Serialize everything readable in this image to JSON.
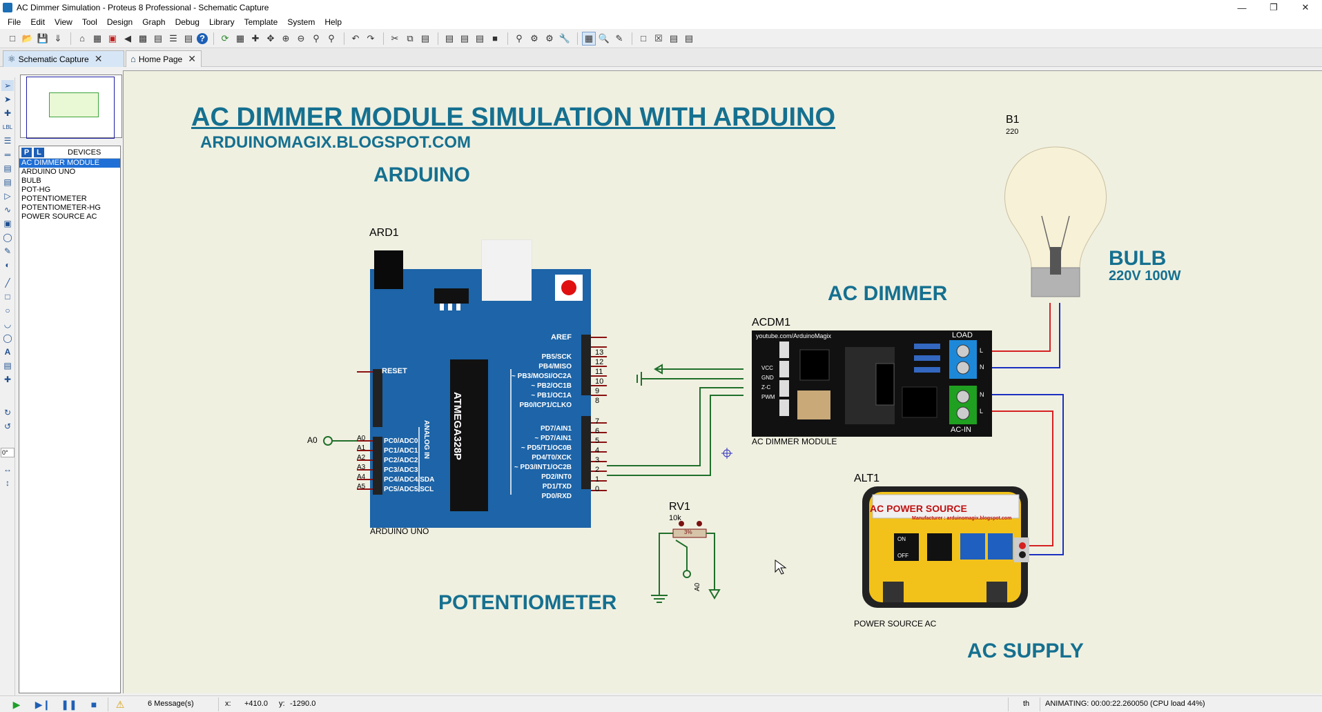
{
  "window": {
    "title": "AC Dimmer Simulation - Proteus 8 Professional - Schematic Capture",
    "minimize_icon": "minimize-icon",
    "maximize_icon": "restore-icon",
    "close_icon": "close-icon"
  },
  "menu": [
    "File",
    "Edit",
    "View",
    "Tool",
    "Design",
    "Graph",
    "Debug",
    "Library",
    "Template",
    "System",
    "Help"
  ],
  "tabs": {
    "schematic": "Schematic Capture",
    "home": "Home Page"
  },
  "devices_panel": {
    "p_button": "P",
    "l_button": "L",
    "title": "DEVICES",
    "items": [
      "AC DIMMER MODULE",
      "ARDUINO UNO",
      "BULB",
      "POT-HG",
      "POTENTIOMETER",
      "POTENTIOMETER-HG",
      "POWER SOURCE AC"
    ],
    "selected_index": 0
  },
  "toolstrip": {
    "rotation_value": "0°"
  },
  "schematic": {
    "main_title": "AC DIMMER MODULE  SIMULATION WITH ARDUINO",
    "subtitle": "ARDUINOMAGIX.BLOGSPOT.COM",
    "arduino_heading": "ARDUINO",
    "acdimmer_heading": "AC DIMMER",
    "bulb_heading": "BULB",
    "bulb_spec": "220V  100W",
    "potentiometer_heading": "POTENTIOMETER",
    "acsupply_heading": "AC SUPPLY",
    "arduino": {
      "ref": "ARD1",
      "name": "ARDUINO UNO",
      "chip": "ATMEGA328P",
      "reset": "RESET",
      "aref": "AREF",
      "analog_in": "ANALOG IN",
      "analog_labels": [
        "A0",
        "A1",
        "A2",
        "A3",
        "A4",
        "A5"
      ],
      "analog_pins": [
        "PC0/ADC0",
        "PC1/ADC1",
        "PC2/ADC2",
        "PC3/ADC3",
        "PC4/ADC4/SDA",
        "PC5/ADC5/SCL"
      ],
      "digital_pins_top": [
        "PB5/SCK",
        "PB4/MISO",
        "~ PB3/MOSI/OC2A",
        "~ PB2/OC1B",
        "~ PB1/OC1A",
        "PB0/ICP1/CLKO"
      ],
      "digital_nums_top": [
        "13",
        "12",
        "11",
        "10",
        "9",
        "8"
      ],
      "digital_pins_bottom": [
        "PD7/AIN1",
        "~ PD7/AIN1",
        "~ PD5/T1/OC0B",
        "PD4/T0/XCK",
        "~ PD3/INT1/OC2B",
        "PD2/INT0",
        "PD1/TXD",
        "PD0/RXD"
      ],
      "digital_nums_bottom": [
        "7",
        "6",
        "5",
        "4",
        "3",
        "2",
        "1",
        "0"
      ],
      "a0_terminal": "A0"
    },
    "dimmer": {
      "ref": "ACDM1",
      "name": "AC DIMMER MODULE",
      "url": "youtube.com/ArduinoMagix",
      "pins": [
        "VCC",
        "GND",
        "Z-C",
        "PWM"
      ],
      "load_label": "LOAD",
      "acin_label": "AC-IN",
      "l_label": "L",
      "n_label": "N"
    },
    "bulb": {
      "ref": "B1",
      "value": "220"
    },
    "source": {
      "ref": "ALT1",
      "name": "POWER SOURCE AC",
      "panel_title": "AC POWER SOURCE",
      "manufacturer": "Manufacturer : arduinomagix.blogspot.com",
      "on_label": "ON",
      "off_label": "OFF"
    },
    "pot": {
      "ref": "RV1",
      "value": "10k",
      "wiper": "3%",
      "terminal": "A0"
    }
  },
  "status": {
    "messages": "6 Message(s)",
    "x_label": "x:",
    "x_value": "+410.0",
    "y_label": "y:",
    "y_value": "-1290.0",
    "units": "th",
    "animation": "ANIMATING: 00:00:22.260050 (CPU load 44%)"
  },
  "colors": {
    "title_blue": "#157090",
    "arduino_board": "#1d64a8",
    "wire_red": "#d42020",
    "wire_blue": "#1a2fc0",
    "wire_green": "#1f6f2a",
    "generator_yellow": "#f3c21a"
  }
}
